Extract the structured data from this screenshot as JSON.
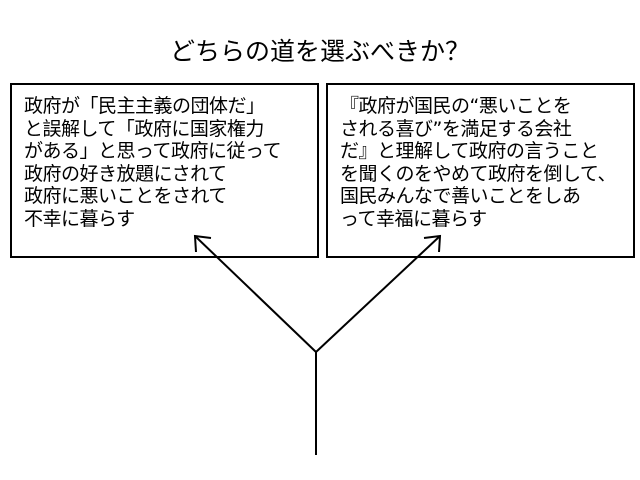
{
  "title": "どちらの道を選ぶべきか？",
  "left_option": {
    "lines": [
      "政府が「民主主義の団体だ」",
      "と誤解して「政府に国家権力",
      "がある」と思って政府に従って",
      "政府の好き放題にされて",
      "政府に悪いことをされて",
      "不幸に暮らす"
    ]
  },
  "right_option": {
    "lines": [
      "『政府が国民の“悪いことを",
      "される喜び”を満足する会社",
      "だ』と理解して政府の言うこと",
      "を聞くのをやめて政府を倒して、",
      "国民みんなで善いことをしあ",
      "って幸福に暮らす"
    ]
  }
}
